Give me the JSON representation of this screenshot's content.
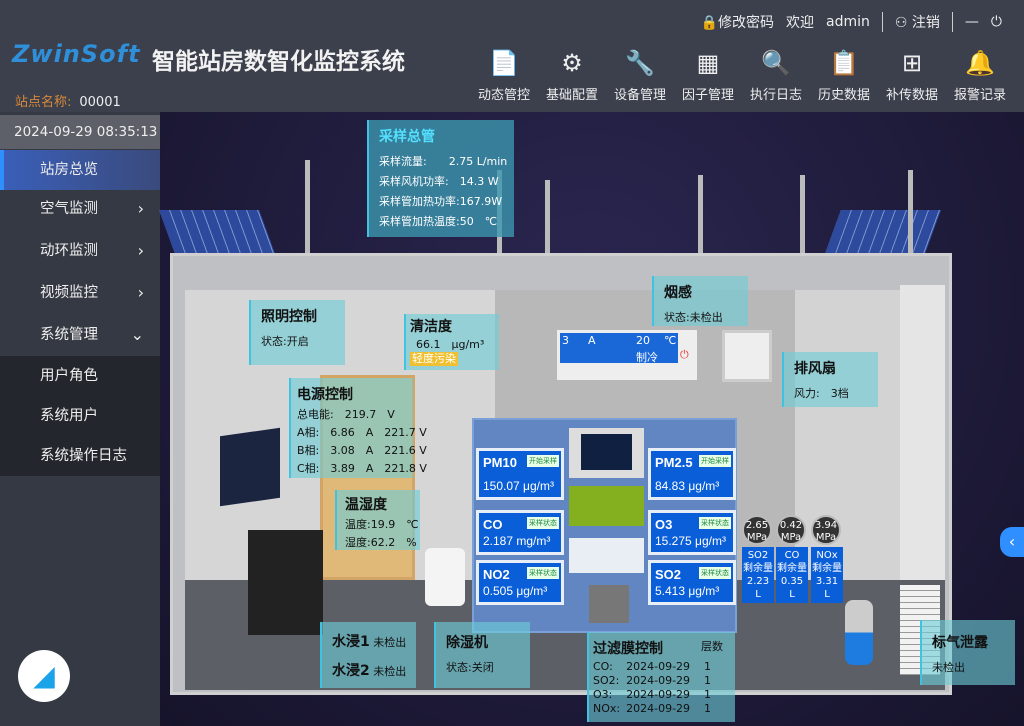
{
  "header": {
    "logo": "ZwinSoft",
    "title": "智能站房数智化监控系统",
    "site_label": "站点名称:",
    "site_value": "00001",
    "change_password": "修改密码",
    "welcome": "欢迎",
    "user": "admin",
    "logout": "注销",
    "toolbar": [
      "动态管控",
      "基础配置",
      "设备管理",
      "因子管理",
      "执行日志",
      "历史数据",
      "补传数据",
      "报警记录"
    ]
  },
  "sidebar": {
    "datetime": "2024-09-29 08:35:13",
    "items": [
      {
        "label": "站房总览",
        "active": true
      },
      {
        "label": "空气监测"
      },
      {
        "label": "动环监测"
      },
      {
        "label": "视频监控"
      },
      {
        "label": "系统管理",
        "expanded": true
      }
    ],
    "sub_items": [
      "用户角色",
      "系统用户",
      "系统操作日志"
    ]
  },
  "scene": {
    "sampling": {
      "title": "采样总管",
      "rows": [
        "采样流量:　　2.75 L/min",
        "采样风机功率:　14.3 W",
        "采样管加热功率:167.9W",
        "采样管加热温度:50　℃"
      ]
    },
    "lighting": {
      "title": "照明控制",
      "status": "状态:开启"
    },
    "cleanliness": {
      "title": "清洁度",
      "value": "66.1　μg/m³",
      "badge": "轻度污染"
    },
    "smoke": {
      "title": "烟感",
      "status": "状态:未检出"
    },
    "ac": {
      "mode_num": "3",
      "fan": "A",
      "temp": "20",
      "unit": "℃",
      "mode": "制冷"
    },
    "fan": {
      "title": "排风扇",
      "status": "风力:　3档"
    },
    "power": {
      "title": "电源控制",
      "rows": [
        "总电能:　219.7　V",
        "A相:　6.86　A　221.7 V",
        "B相:　3.08　A　221.6 V",
        "C相:　3.89　A　221.8 V"
      ]
    },
    "temphum": {
      "title": "温湿度",
      "rows": [
        "温度:19.9　℃",
        "湿度:62.2　%"
      ]
    },
    "water": {
      "rows": [
        "水浸1",
        "水浸2"
      ],
      "status": "未检出"
    },
    "dehumidifier": {
      "title": "除湿机",
      "status": "状态:关闭"
    },
    "filter": {
      "title": "过滤膜控制",
      "col": "层数",
      "rows": [
        [
          "CO:",
          "2024-09-29",
          "1"
        ],
        [
          "SO2:",
          "2024-09-29",
          "1"
        ],
        [
          "O3:",
          "2024-09-29",
          "1"
        ],
        [
          "NOx:",
          "2024-09-29",
          "1"
        ]
      ]
    },
    "gas_leak": {
      "title": "标气泄露",
      "status": "未检出"
    },
    "meters": [
      {
        "name": "PM10",
        "badge": "开始采样",
        "value": "150.07",
        "unit": "μg/m³"
      },
      {
        "name": "PM2.5",
        "badge": "开始采样",
        "value": "84.83",
        "unit": "μg/m³"
      },
      {
        "name": "CO",
        "badge": "采样状态",
        "value": "2.187",
        "unit": "mg/m³"
      },
      {
        "name": "O3",
        "badge": "采样状态",
        "value": "15.275",
        "unit": "μg/m³"
      },
      {
        "name": "NO2",
        "badge": "采样状态",
        "value": "0.505",
        "unit": "μg/m³"
      },
      {
        "name": "SO2",
        "badge": "采样状态",
        "value": "5.413",
        "unit": "μg/m³"
      }
    ],
    "cylinders": [
      {
        "pressure": "2.65",
        "punit": "MPa",
        "gas": "SO2",
        "label": "剩余量",
        "value": "2.23",
        "unit": "L"
      },
      {
        "pressure": "0.42",
        "punit": "MPa",
        "gas": "CO",
        "label": "剩余量",
        "value": "0.35",
        "unit": "L"
      },
      {
        "pressure": "3.94",
        "punit": "MPa",
        "gas": "NOx",
        "label": "剩余量",
        "value": "3.31",
        "unit": "L"
      }
    ]
  }
}
